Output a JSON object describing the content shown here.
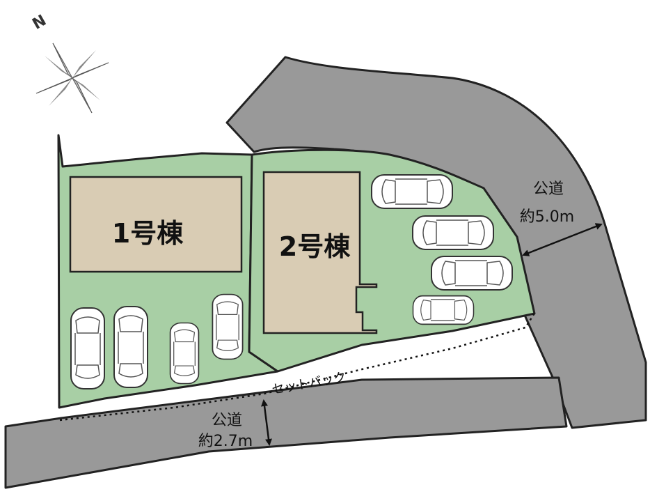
{
  "buildings": [
    {
      "id": "lot-1",
      "label": "1号棟"
    },
    {
      "id": "lot-2",
      "label": "2号棟"
    }
  ],
  "roads": {
    "east": {
      "name": "公道",
      "width": "約5.0m"
    },
    "south": {
      "name": "公道",
      "width": "約2.7m"
    }
  },
  "setback_label": "セットバック",
  "compass": {
    "north_label": "N",
    "icon": "compass-rose-icon"
  },
  "colors": {
    "lot": "#a8cfa5",
    "building": "#d9ccb4",
    "road": "#999999"
  }
}
